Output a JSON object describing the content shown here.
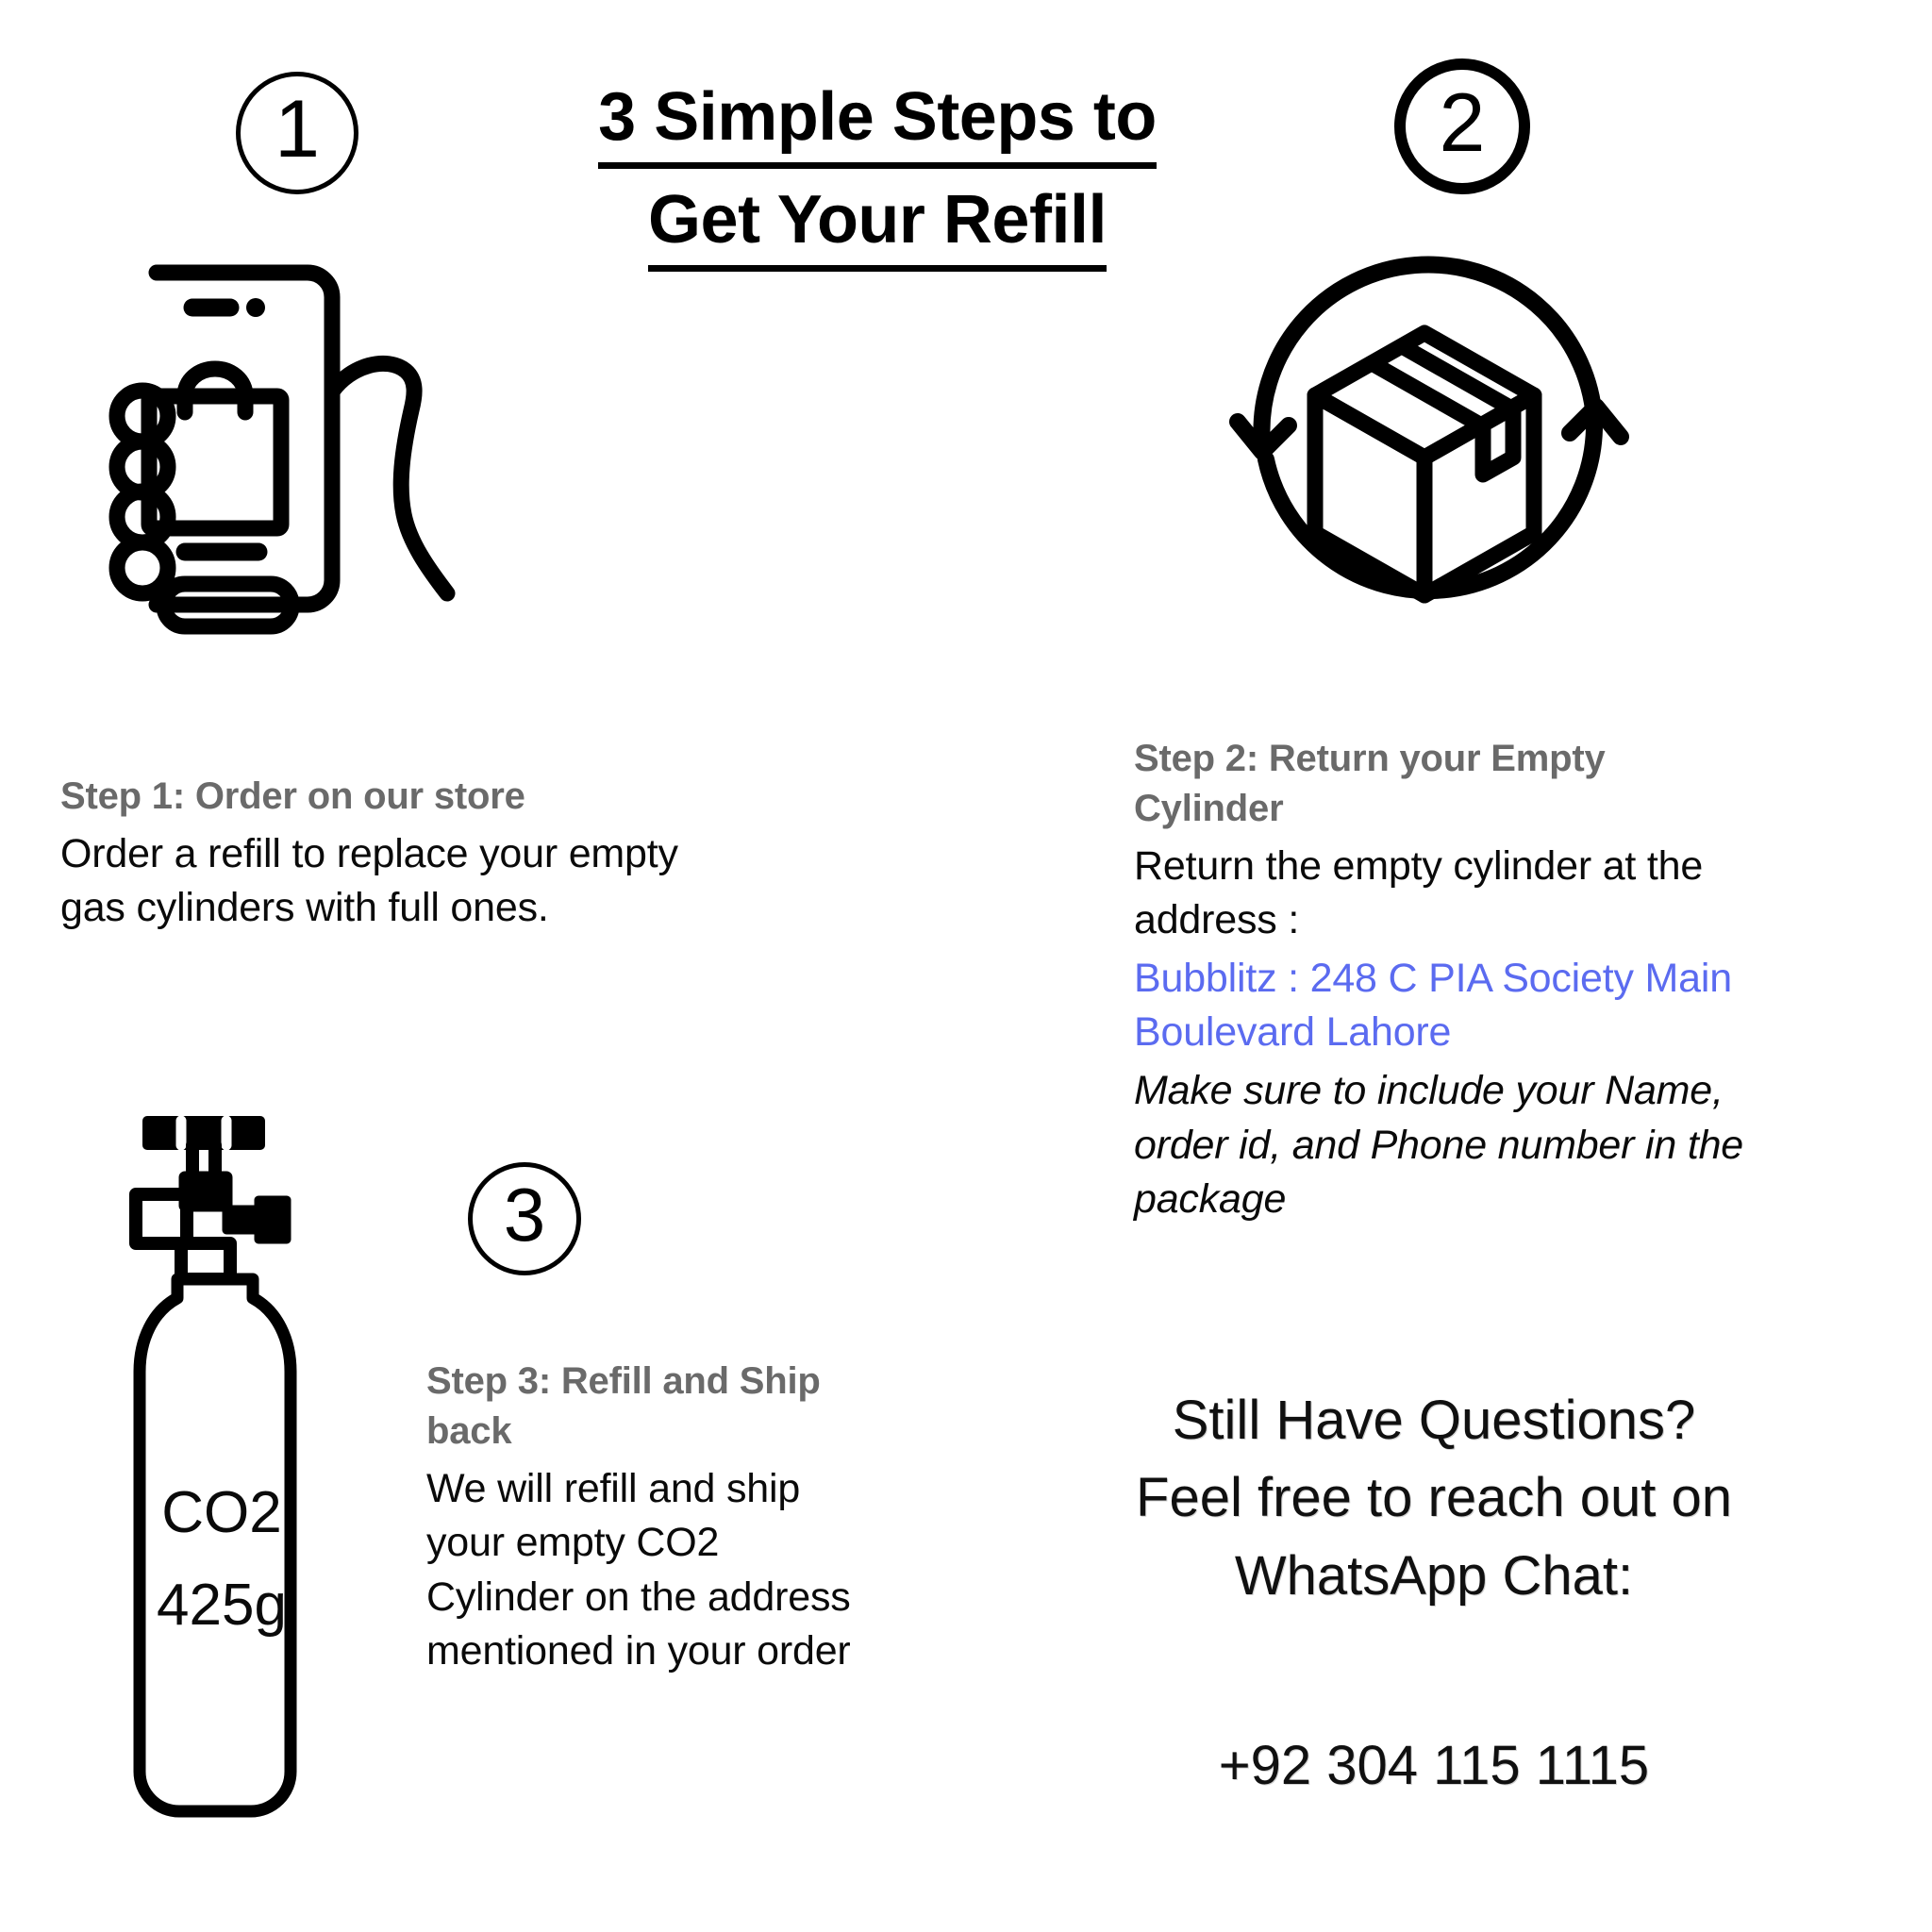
{
  "page": {
    "background": "#ffffff",
    "heading_color": "#6a6a6a",
    "body_color": "#0a0a0a",
    "link_color": "#5b6bf0"
  },
  "title": {
    "line1": "3 Simple Steps to",
    "line2": "Get Your Refill"
  },
  "badges": {
    "one": "1",
    "two": "2",
    "three": "3"
  },
  "icons": {
    "phone_hand": "hand-holding-phone-shopping-icon",
    "box_cycle": "box-return-cycle-icon",
    "cylinder": "co2-gas-cylinder-icon"
  },
  "steps": [
    {
      "number": "1",
      "heading": "Step 1: Order on our store",
      "body_lines": [
        "Order a refill to replace your empty",
        "gas cylinders with full ones."
      ]
    },
    {
      "number": "2",
      "heading_lines": [
        "Step 2: Return your Empty",
        "Cylinder"
      ],
      "body_lines": [
        "Return the empty cylinder at the",
        "address :"
      ],
      "address_lines": [
        "Bubblitz : 248 C PIA Society Main",
        "Boulevard Lahore"
      ],
      "note_lines": [
        "Make sure to include your Name,",
        "order id, and Phone number in the",
        "package"
      ]
    },
    {
      "number": "3",
      "heading_lines": [
        "Step 3: Refill and Ship",
        "back"
      ],
      "body_lines": [
        "We will refill and ship",
        "your empty CO2",
        "Cylinder on the address",
        "mentioned in your order"
      ]
    }
  ],
  "cylinder_label": {
    "gas": "CO2",
    "weight": "425g"
  },
  "cta": {
    "line1": "Still Have Questions?",
    "line2": "Feel free to reach out on",
    "line3": "WhatsApp Chat:",
    "phone": "+92 304 115 1115"
  }
}
